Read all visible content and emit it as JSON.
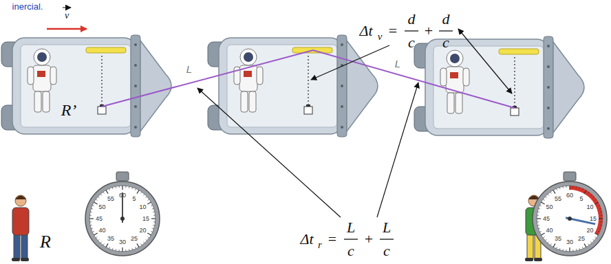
{
  "diagram": {
    "labels": [
      "inercial.",
      "v",
      "Δt",
      "v",
      "=",
      "d",
      "c",
      "+",
      "d",
      "c",
      "R’",
      "L",
      "L",
      "R",
      "60",
      "5",
      "10",
      "15",
      "20",
      "25",
      "30",
      "35",
      "40",
      "45",
      "50",
      "55",
      "Δt",
      "r",
      "=",
      "L",
      "c",
      "+",
      "L",
      "c",
      "60",
      "5",
      "10",
      "15",
      "20",
      "25",
      "30",
      "35",
      "40",
      "45",
      "50",
      "55"
    ]
  }
}
